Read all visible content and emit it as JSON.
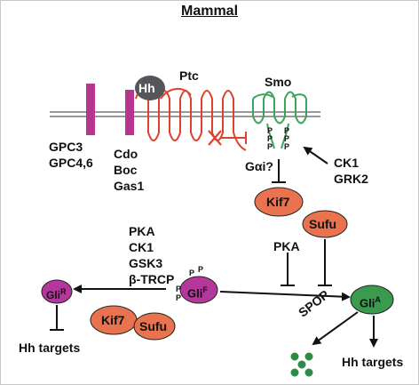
{
  "title": "Mammal",
  "membrane": {
    "glypicans_top": "GPC3",
    "glypicans_bottom": "GPC4,6",
    "coreceptors": [
      "Cdo",
      "Boc",
      "Gas1"
    ],
    "ligand": "Hh",
    "receptor": "Ptc",
    "smoothened": "Smo",
    "g_protein": "Gαi?",
    "smo_kinases": [
      "CK1",
      "GRK2"
    ],
    "phospho": "P"
  },
  "cytoplasm": {
    "kif7": "Kif7",
    "sufu": "Sufu",
    "pka": "PKA",
    "processing_factors": [
      "PKA",
      "CK1",
      "GSK3",
      "β-TRCP"
    ],
    "gli_full": {
      "base": "Gli",
      "sup": "F"
    },
    "gli_repressor": {
      "base": "Gli",
      "sup": "R"
    },
    "gli_activator": {
      "base": "Gli",
      "sup": "A"
    },
    "spop": "SPOP",
    "hh_targets_left": "Hh targets",
    "hh_targets_right": "Hh targets"
  },
  "colors": {
    "glypican": "#b5358f",
    "ligand": "#55565a",
    "patched": "#e0412c",
    "smo": "#3aa55a",
    "kif7_sufu": "#e8734e",
    "gli": "#b5379b",
    "gli_activator": "#3a9a4e",
    "degradation": "#2e8a46"
  }
}
